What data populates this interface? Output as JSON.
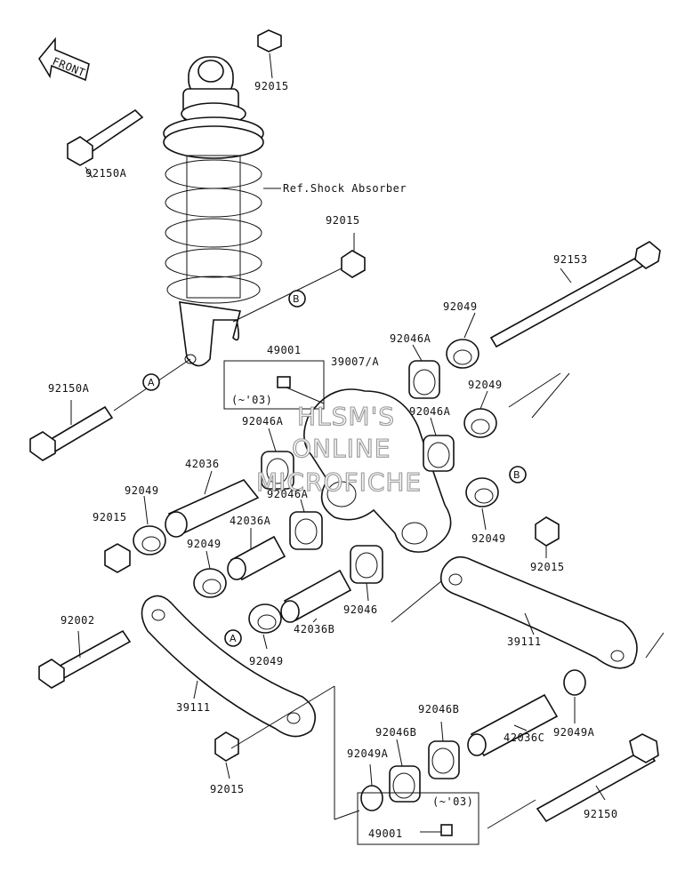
{
  "front_label": "FRONT",
  "watermark": [
    "HLSM'S",
    "ONLINE",
    "MICROFICHE"
  ],
  "ref_note": "Ref.Shock Absorber",
  "variant_note": "(~'03)",
  "markers": {
    "a": "A",
    "b": "B"
  },
  "labels": {
    "p92015_top": "92015",
    "p92150A_top": "92150A",
    "p92015_mid": "92015",
    "p92153": "92153",
    "p92049_top": "92049",
    "p49001_top": "49001",
    "p39007A": "39007/A",
    "p92046A_a": "92046A",
    "p92049_right": "92049",
    "p92150A_left": "92150A",
    "p92046A_b": "92046A",
    "p92046A_c": "92046A",
    "p92046A_d": "92046A",
    "p42036": "42036",
    "p92049_l1": "92049",
    "p92015_left": "92015",
    "p42036A": "42036A",
    "p92049_l2": "92049",
    "p92049_rb": "92049",
    "p92015_right": "92015",
    "p92002": "92002",
    "p92046": "92046",
    "p42036B": "42036B",
    "p92049_l3": "92049",
    "p39111_right": "39111",
    "p39111_left": "39111",
    "p92046B_a": "92046B",
    "p92046B_b": "92046B",
    "p92049A_left": "92049A",
    "p92049A_right": "92049A",
    "p42036C": "42036C",
    "p92015_bottom": "92015",
    "p92150": "92150",
    "p49001_bottom": "49001"
  }
}
